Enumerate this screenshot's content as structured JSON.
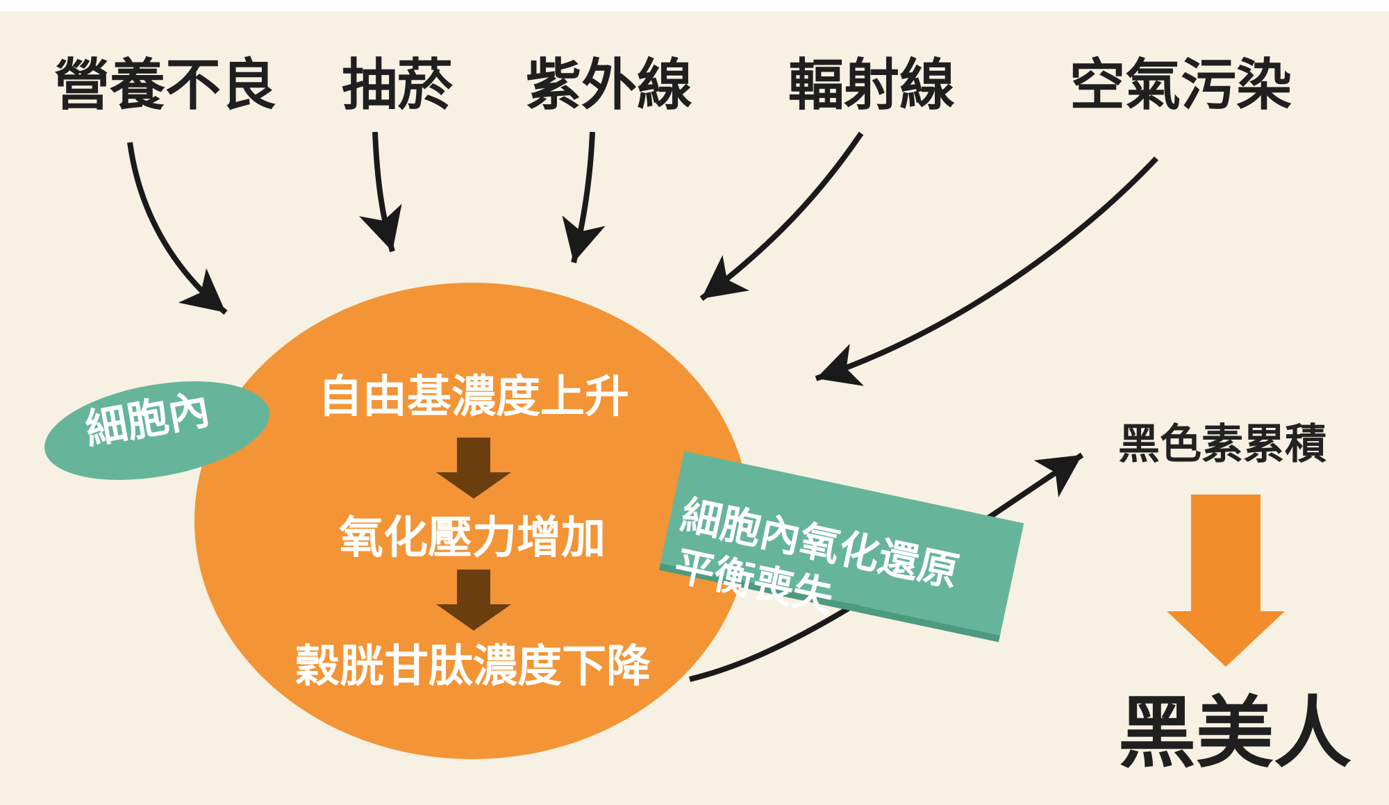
{
  "causes": [
    "營養不良",
    "抽菸",
    "紫外線",
    "輻射線",
    "空氣污染"
  ],
  "badge": "細胞內",
  "circle": {
    "step1": "自由基濃度上升",
    "step2": "氧化壓力增加",
    "step3": "穀胱甘肽濃度下降"
  },
  "box": {
    "line1": "細胞內氧化還原",
    "line2": "平衡喪失"
  },
  "melanin": "黑色素累積",
  "result": "黑美人",
  "colors": {
    "paper": "#f6f1e3",
    "circle": "#f39436",
    "teal": "#66b59b",
    "brown_arrow": "#6b3e10",
    "orange_arrow": "#f38d2b",
    "line": "#1a1a1a"
  }
}
